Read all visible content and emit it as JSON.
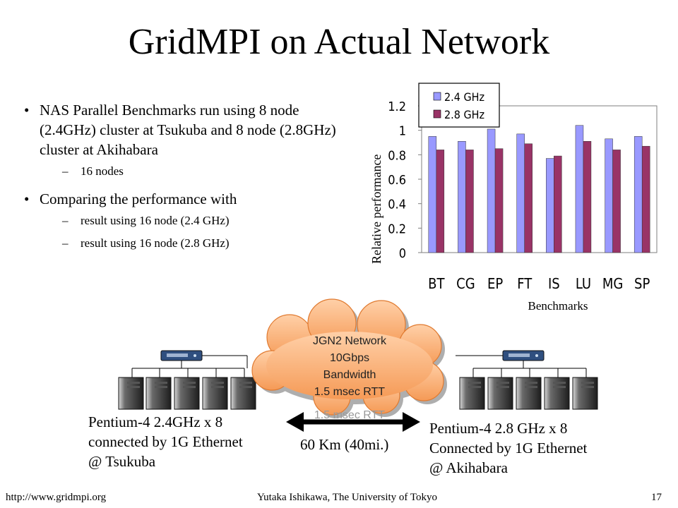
{
  "slide": {
    "title": "GridMPI on Actual Network",
    "bullets": [
      {
        "text": "NAS Parallel Benchmarks run using 8 node (2.4GHz) cluster at Tsukuba and 8 node (2.8GHz) cluster at Akihabara",
        "subs": [
          "16 nodes"
        ]
      },
      {
        "text": "Comparing the performance with",
        "subs": [
          "result using 16 node (2.4 GHz)",
          "result using 16 node (2.8 GHz)"
        ]
      }
    ],
    "bullet_glyph": "•",
    "sub_glyph": "–"
  },
  "chart_data": {
    "type": "bar",
    "categories": [
      "BT",
      "CG",
      "EP",
      "FT",
      "IS",
      "LU",
      "MG",
      "SP"
    ],
    "series": [
      {
        "name": "2.4 GHz",
        "color": "#9999ff",
        "values": [
          0.95,
          0.91,
          1.01,
          0.97,
          0.77,
          1.04,
          0.93,
          0.95
        ]
      },
      {
        "name": "2.8 GHz",
        "color": "#993366",
        "values": [
          0.84,
          0.84,
          0.85,
          0.89,
          0.79,
          0.91,
          0.84,
          0.87
        ]
      }
    ],
    "xlabel": "Benchmarks",
    "ylabel": "Relative performance",
    "ylim": [
      0,
      1.2
    ],
    "yticks": [
      "0",
      "0.2",
      "0.4",
      "0.6",
      "0.8",
      "1",
      "1.2"
    ],
    "legend": "top-left",
    "grid": false
  },
  "network": {
    "cloud_lines": [
      "JGN2 Network",
      "10Gbps",
      "Bandwidth",
      "1.5 msec RTT"
    ],
    "rtt_shadow": "1.5 msec RTT",
    "distance": "60 Km (40mi.)",
    "left_cluster": [
      "Pentium-4 2.4GHz x 8",
      "connected by 1G Ethernet",
      "@ Tsukuba"
    ],
    "right_cluster": [
      "Pentium-4 2.8 GHz x 8",
      "Connected by 1G Ethernet",
      "@ Akihabara"
    ]
  },
  "footer": {
    "url": "http://www.gridmpi.org",
    "author": "Yutaka Ishikawa, The University of Tokyo",
    "page": "17"
  }
}
